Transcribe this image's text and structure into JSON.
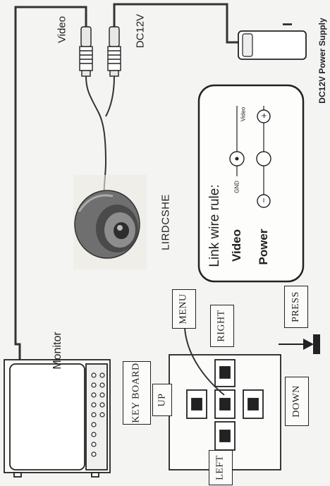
{
  "labels": {
    "video": "Video",
    "dc12v": "DC12V",
    "camera_model": "LIRDCSHE",
    "monitor": "Monitor",
    "power_supply": "DC12V Power Supply"
  },
  "rule_box": {
    "title": "Link wire rule:",
    "video_row": "Video",
    "power_row": "Power",
    "gnd": "GND",
    "video_small": "Video",
    "minus": "−",
    "plus": "+"
  },
  "keyboard": {
    "title": "KEY BOARD",
    "menu": "MENU",
    "right": "RIGHT",
    "up": "UP",
    "down": "DOWN",
    "left": "LEFT",
    "press": "PRESS"
  },
  "power_unit_mark": "I"
}
